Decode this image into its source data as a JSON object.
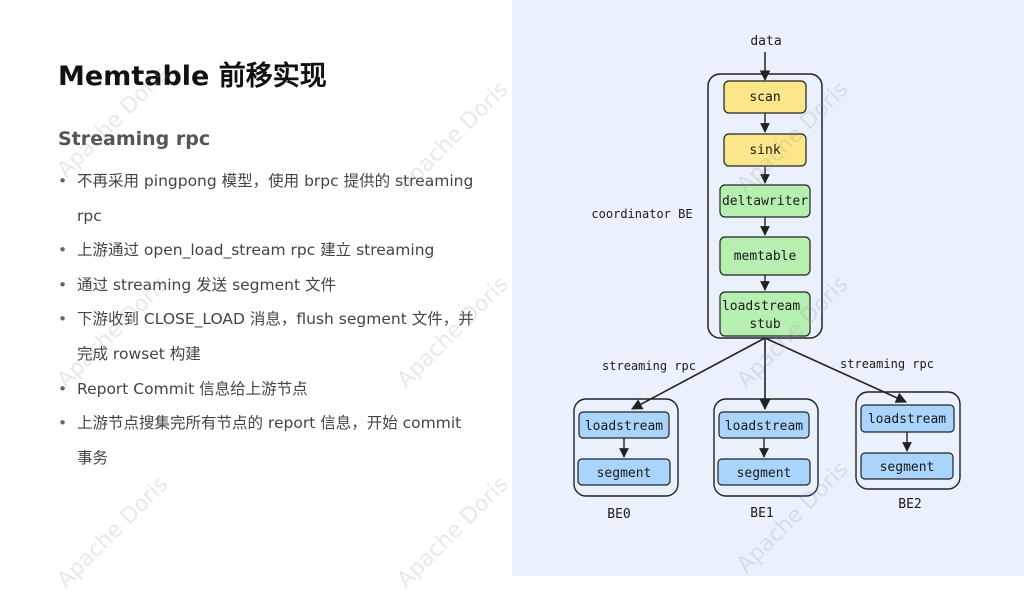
{
  "slide": {
    "title": "Memtable 前移实现",
    "subtitle": "Streaming rpc",
    "bullets": [
      "不再采用 pingpong 模型，使用 brpc 提供的 streaming rpc",
      "上游通过 open_load_stream rpc 建立 streaming",
      "通过 streaming 发送 segment 文件",
      "下游收到 CLOSE_LOAD 消息，flush segment 文件，并完成 rowset 构建",
      "Report Commit 信息给上游节点",
      "上游节点搜集完所有节点的 report 信息，开始 commit 事务"
    ]
  },
  "watermark": "Apache Doris",
  "diagram": {
    "input_label": "data",
    "coordinator_label": "coordinator BE",
    "coordinator_nodes": [
      "scan",
      "sink",
      "deltawriter",
      "memtable",
      "loadstream stub"
    ],
    "edge_label_left": "streaming rpc",
    "edge_label_right": "streaming rpc",
    "backends": [
      {
        "name": "BE0",
        "top": "loadstream",
        "bottom": "segment"
      },
      {
        "name": "BE1",
        "top": "loadstream",
        "bottom": "segment"
      },
      {
        "name": "BE2",
        "top": "loadstream",
        "bottom": "segment"
      }
    ],
    "colors": {
      "yellow": "#fce68a",
      "green": "#b6f0b0",
      "blue": "#a9d4fb",
      "panel": "#eaf1fc"
    }
  }
}
